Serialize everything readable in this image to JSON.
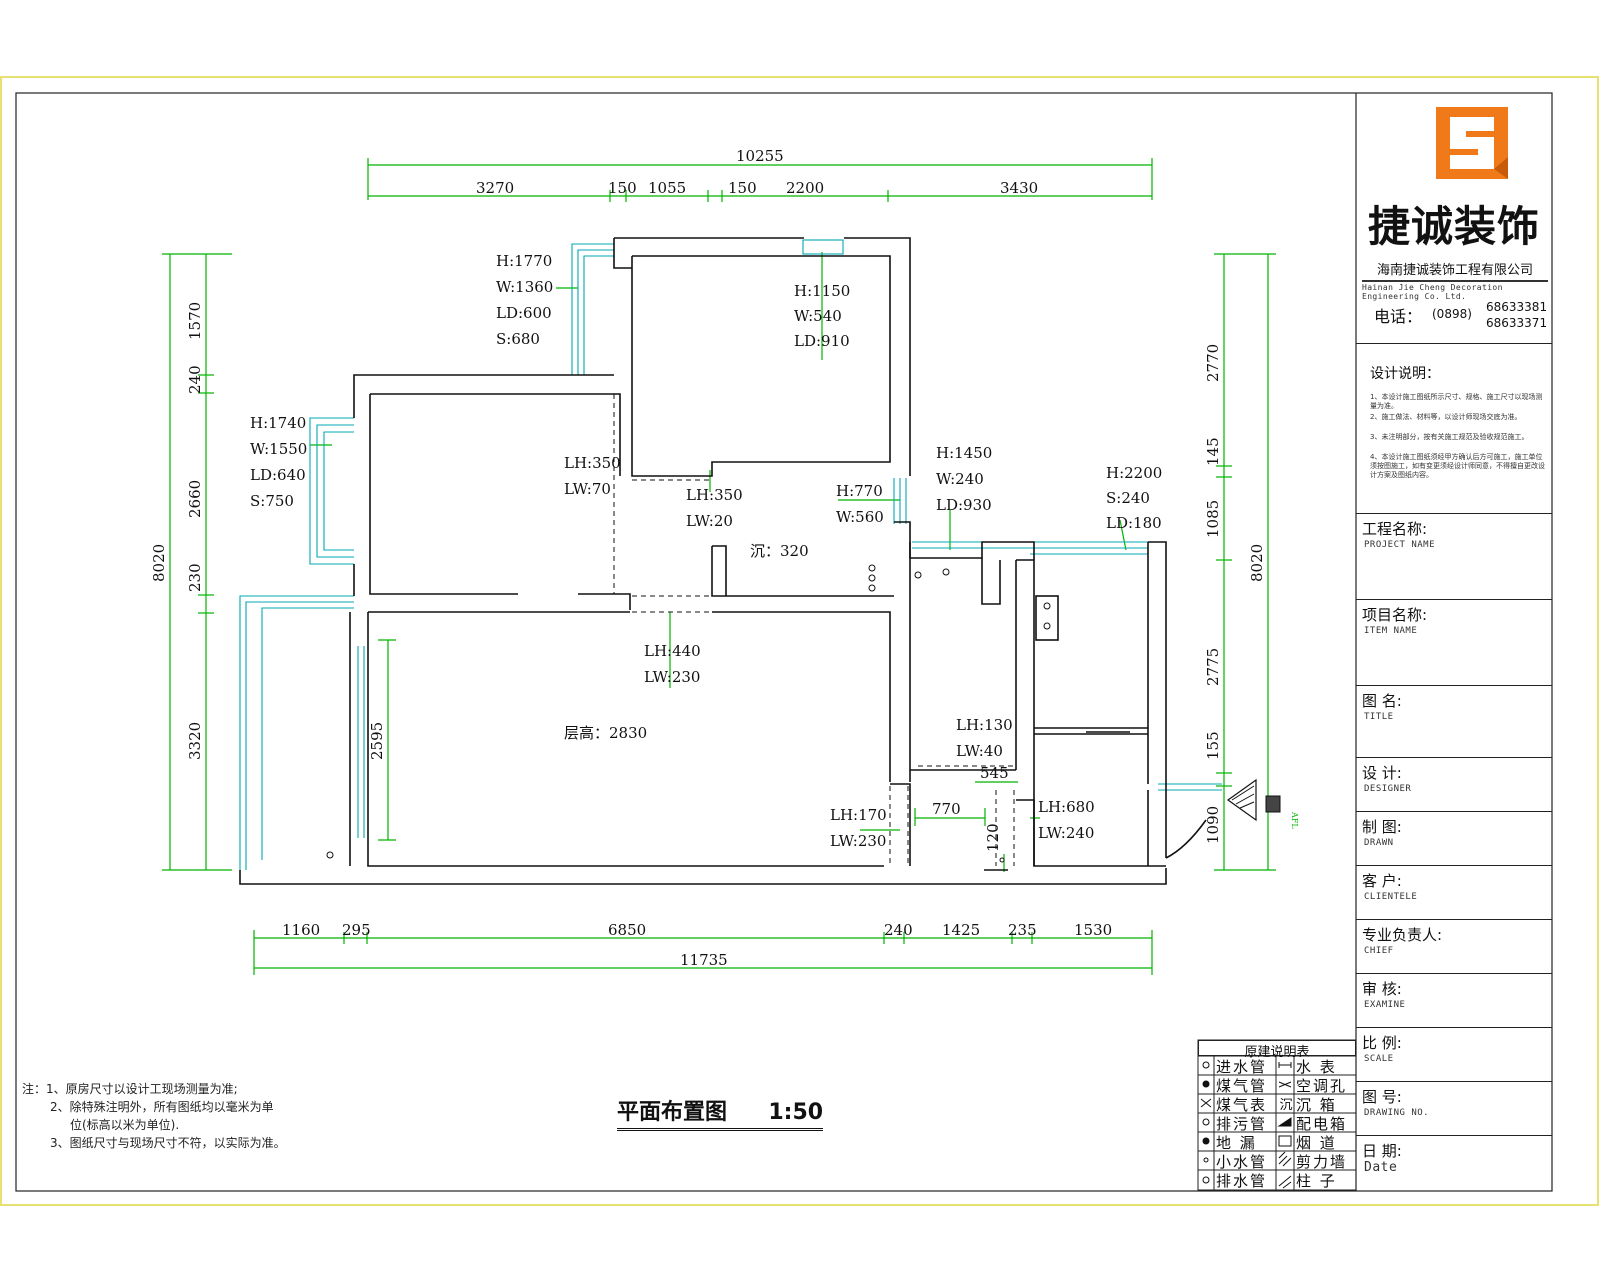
{
  "drawing": {
    "title": "平面布置图",
    "scale": "1:50",
    "dims_top": {
      "total": "10255",
      "segments": [
        "3270",
        "150",
        "1055",
        "150",
        "2200",
        "3430"
      ]
    },
    "dims_bottom": {
      "total": "11735",
      "segments": [
        "1160",
        "295",
        "6850",
        "240",
        "1425",
        "235",
        "1530"
      ]
    },
    "dims_left": {
      "total": "8020",
      "segments": [
        "1570",
        "240",
        "2660",
        "230",
        "3320"
      ]
    },
    "dims_right": {
      "total": "8020",
      "segments": [
        "2770",
        "145",
        "1085",
        "2775",
        "155",
        "1090"
      ]
    },
    "dims_inner": {
      "window_2595": "2595",
      "d_770": "770",
      "d_545": "545",
      "d_120": "120"
    },
    "annotations": {
      "w1": [
        "H:1770",
        "W:1360",
        "LD:600",
        "S:680"
      ],
      "w2": [
        "H:1150",
        "W:540",
        "LD:910"
      ],
      "w3": [
        "H:1740",
        "W:1550",
        "LD:640",
        "S:750"
      ],
      "b1": [
        "LH:350",
        "LW:70"
      ],
      "b2": [
        "LH:350",
        "LW:20"
      ],
      "w4": [
        "H:770",
        "W:560"
      ],
      "w5": [
        "H:1450",
        "W:240",
        "LD:930"
      ],
      "w6": [
        "H:2200",
        "S:240",
        "LD:180"
      ],
      "sink": "沉：320",
      "b3": [
        "LH:440",
        "LW:230"
      ],
      "height": "层高：2830",
      "b4": [
        "LH:130",
        "LW:40"
      ],
      "b5": [
        "LH:170",
        "LW:230"
      ],
      "b6": [
        "LH:680",
        "LW:240"
      ]
    },
    "north_mark": "AFL"
  },
  "notes": {
    "lines": [
      "注：1、原房尺寸以设计工现场测量为准;",
      "2、除特殊注明外，所有图纸均以毫米为单",
      "位(标高以米为单位).",
      "3、图纸尺寸与现场尺寸不符，以实际为准。"
    ]
  },
  "legend": {
    "title": "原建说明表",
    "items": [
      {
        "left": "进水管",
        "right": "水  表"
      },
      {
        "left": "煤气管",
        "right": "空调孔"
      },
      {
        "left": "煤气表",
        "right": "沉  箱"
      },
      {
        "left": "排污管",
        "right": "配电箱"
      },
      {
        "left": "地  漏",
        "right": "烟  道"
      },
      {
        "left": "小水管",
        "right": "剪力墙"
      },
      {
        "left": "排水管",
        "right": "柱  子"
      }
    ],
    "sink_mark": "沉"
  },
  "title_block": {
    "company": "捷诚装饰",
    "company_full": "海南捷诚装饰工程有限公司",
    "company_en": "Hainan Jie Cheng Decoration Engineering Co. Ltd.",
    "phone_label": "电话：",
    "phone_area": "(0898)",
    "phones": [
      "68633381",
      "68633371"
    ],
    "design_notes_title": "设计说明：",
    "design_notes": [
      "1、本设计施工图纸所示尺寸、规格、施工尺寸以现场测量为准。",
      "2、施工做法、材料等，以设计师现场交底为准。",
      "3、未注明部分，按有关施工规范及验收规范施工。",
      "4、本设计施工图纸须经甲方确认后方可施工，施工单位须按图施工，如有变更须经设计师同意，不得擅自更改设计方案及图纸内容。"
    ],
    "fields": [
      {
        "cn": "工程名称:",
        "en": "PROJECT NAME"
      },
      {
        "cn": "项目名称:",
        "en": "ITEM NAME"
      },
      {
        "cn": "图  名:",
        "en": "TITLE"
      },
      {
        "cn": "设  计:",
        "en": "DESIGNER"
      },
      {
        "cn": "制  图:",
        "en": "DRAWN"
      },
      {
        "cn": "客  户:",
        "en": "CLIENTELE"
      },
      {
        "cn": "专业负责人:",
        "en": "CHIEF"
      },
      {
        "cn": "审  核:",
        "en": "EXAMINE"
      },
      {
        "cn": "比  例:",
        "en": "SCALE"
      },
      {
        "cn": "图  号:",
        "en": "DRAWING NO."
      },
      {
        "cn": "日  期:",
        "en": "Date"
      }
    ],
    "logo_color": "#f07a1a"
  },
  "colors": {
    "dimension": "#00b400",
    "window": "#00a8b4",
    "border_outer": "#e8e070",
    "wall": "#111111"
  }
}
